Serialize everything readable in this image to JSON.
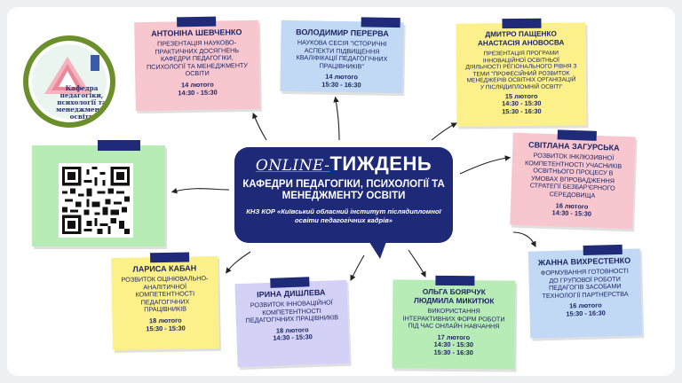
{
  "logo": {
    "name": "Кафедра педагогіки, психології та менеджменту освіти"
  },
  "qr": {
    "icon": "qr-code-icon"
  },
  "center": {
    "online": "ONLINE-",
    "title": "ТИЖДЕНЬ",
    "subtitle": "КАФЕДРИ ПЕДАГОГІКИ, ПСИХОЛОГІЇ ТА МЕНЕДЖМЕНТУ ОСВІТИ",
    "institution": "КНЗ КОР «Київський обласний інститут післядипломної освіти педагогічних кадрів»"
  },
  "notes": [
    {
      "id": "shevchenko",
      "name": "АНТОНІНА ШЕВЧЕНКО",
      "topic": "ПРЕЗЕНТАЦІЯ НАУКОВО-ПРАКТИЧНИХ ДОСЯГНЕНЬ КАФЕДРИ ПЕДАГОГІКИ, ПСИХОЛОГІЇ ТА МЕНЕДЖМЕНТУ ОСВІТИ",
      "date": "14 лютого",
      "time": "14:30 - 15:30"
    },
    {
      "id": "pererva",
      "name": "ВОЛОДИМИР ПЕРЕРВА",
      "topic": "НАУКОВА СЕСІЯ \"ІСТОРИЧНІ АСПЕКТИ ПІДВИЩЕННЯ КВАЛІФІКАЦІЇ ПЕДАГОГІЧНИХ ПРАЦІВНИКІВ\"",
      "date": "14 лютого",
      "time": "15:30 - 16:30"
    },
    {
      "id": "pashchenko",
      "name": "ДМИТРО ПАЩЕНКО АНАСТАСІЯ АНОВОСВА",
      "topic": "ПРЕЗЕНТАЦІЯ ПРОГРАМИ ІННОВАЦІЙНОЇ ОСВІТНЬОЇ ДІЯЛЬНОСТІ РЕГІОНАЛЬНОГО РІВНЯ З ТЕМИ \"ПРОФЕСІЙНИЙ РОЗВИТОК МЕНЕДЖЕРІВ ОСВІТНІХ ОРГАНІЗАЦІЙ У ПІСЛЯДИПЛОМНІЙ ОСВІТІ\"",
      "date": "15 лютого",
      "time": "14:30 - 15:30\n15:30 - 16:30"
    },
    {
      "id": "zahurska",
      "name": "СВІТЛАНА ЗАГУРСЬКА",
      "topic": "РОЗВИТОК ІНКЛЮЗИВНОЇ КОМПЕТЕНТНОСТІ УЧАСНИКІВ ОСВІТНЬОГО ПРОЦЕСУ В УМОВАХ ВПРОВАДЖЕННЯ СТРАТЕГІЇ БЕЗБАР'ЄРНОГО СЕРЕДОВИЩА",
      "date": "16 лютого",
      "time": "14:30 - 15:30"
    },
    {
      "id": "vykhrestenko",
      "name": "ЖАННА ВИХРЕСТЕНКО",
      "topic": "ФОРМУВАННЯ ГОТОВНОСТІ ДО ГРУПОВОЇ РОБОТИ ПЕДАГОГІВ ЗАСОБАМИ ТЕХНОЛОГІЇ ПАРТНЕРСТВА",
      "date": "16 лютого",
      "time": "15:30 - 16:30"
    },
    {
      "id": "boiarchuk",
      "name": "ОЛЬГА БОЯРЧУК ЛЮДМИЛА МИКИТЮК",
      "topic": "ВИКОРИСТАННЯ ІНТЕРАКТИВНИХ ФОРМ РОБОТИ ПІД ЧАС ОНЛАЙН НАВЧАННЯ",
      "date": "17 лютого",
      "time": "14:30 - 15:30\n15:30 - 16:30"
    },
    {
      "id": "dyshleva",
      "name": "ІРИНА ДИШЛЕВА",
      "topic": "РОЗВИТОК ІННОВАЦІЙНОЇ КОМПЕТЕНТНОСТІ ПЕДАГОГІЧНИХ ПРАЦІВНИКІВ",
      "date": "18 лютого",
      "time": "14:30 - 15:30"
    },
    {
      "id": "kaban",
      "name": "ЛАРИСА КАБАН",
      "topic": "РОЗВИТОК ОЦІНЮВАЛЬНО-АНАЛІТИЧНОЇ КОМПЕТЕНТНОСТІ ПЕДАГОГІЧНИХ ПРАЦІВНИКІВ",
      "date": "18 лютого",
      "time": "15:30 - 15:30"
    }
  ]
}
